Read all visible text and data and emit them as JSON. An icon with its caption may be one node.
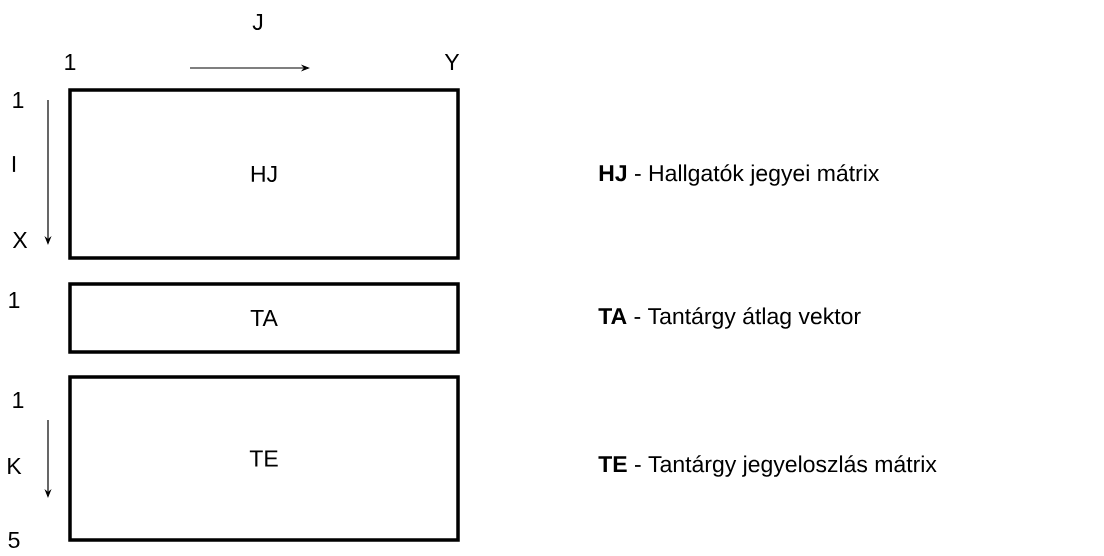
{
  "diagram": {
    "nodes": [
      {
        "text": [
          "HJ"
        ]
      },
      {
        "text": [
          "TA"
        ]
      },
      {
        "text": [
          "TE"
        ]
      }
    ],
    "labels": [
      "J",
      "1",
      "Y",
      "1",
      "I",
      "**HJ** - Hallgatók jegyei mátrix",
      "X",
      "1",
      "**TA** - Tantárgy átlag vektor",
      "1",
      "K",
      "**TE** - Tantárgy jegyeloszlás mátrix",
      "5"
    ]
  }
}
